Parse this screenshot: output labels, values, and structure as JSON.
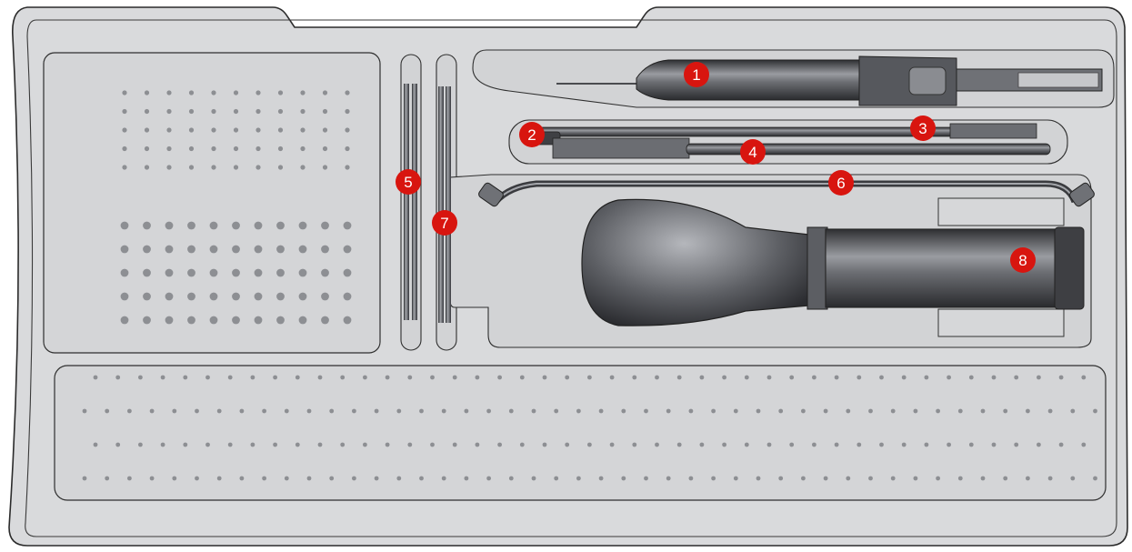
{
  "colors": {
    "tray_fill": "#d9dadc",
    "tray_stroke": "#2b2b2b",
    "hole_fill": "#8d8f93",
    "instrument_dark": "#4a4b4f",
    "instrument_mid": "#7b7d82",
    "marker_fill": "#d8150f"
  },
  "markers": [
    {
      "id": "1",
      "label": "1"
    },
    {
      "id": "2",
      "label": "2"
    },
    {
      "id": "3",
      "label": "3"
    },
    {
      "id": "4",
      "label": "4"
    },
    {
      "id": "5",
      "label": "5"
    },
    {
      "id": "6",
      "label": "6"
    },
    {
      "id": "7",
      "label": "7"
    },
    {
      "id": "8",
      "label": "8"
    }
  ]
}
